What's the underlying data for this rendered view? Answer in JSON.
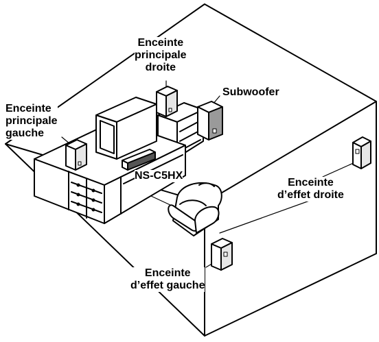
{
  "labels": {
    "front_right": [
      "Enceinte",
      "principale",
      "droite"
    ],
    "front_left": [
      "Enceinte",
      "principale",
      "gauche"
    ],
    "subwoofer": "Subwoofer",
    "center": "NS-C5HX",
    "surround_right": [
      "Enceinte",
      "d’effet droite"
    ],
    "surround_left": [
      "Enceinte",
      "d’effet gauche"
    ]
  },
  "colors": {
    "line": "#000000",
    "background": "#ffffff",
    "speaker_shade": "#9a9a9a"
  }
}
